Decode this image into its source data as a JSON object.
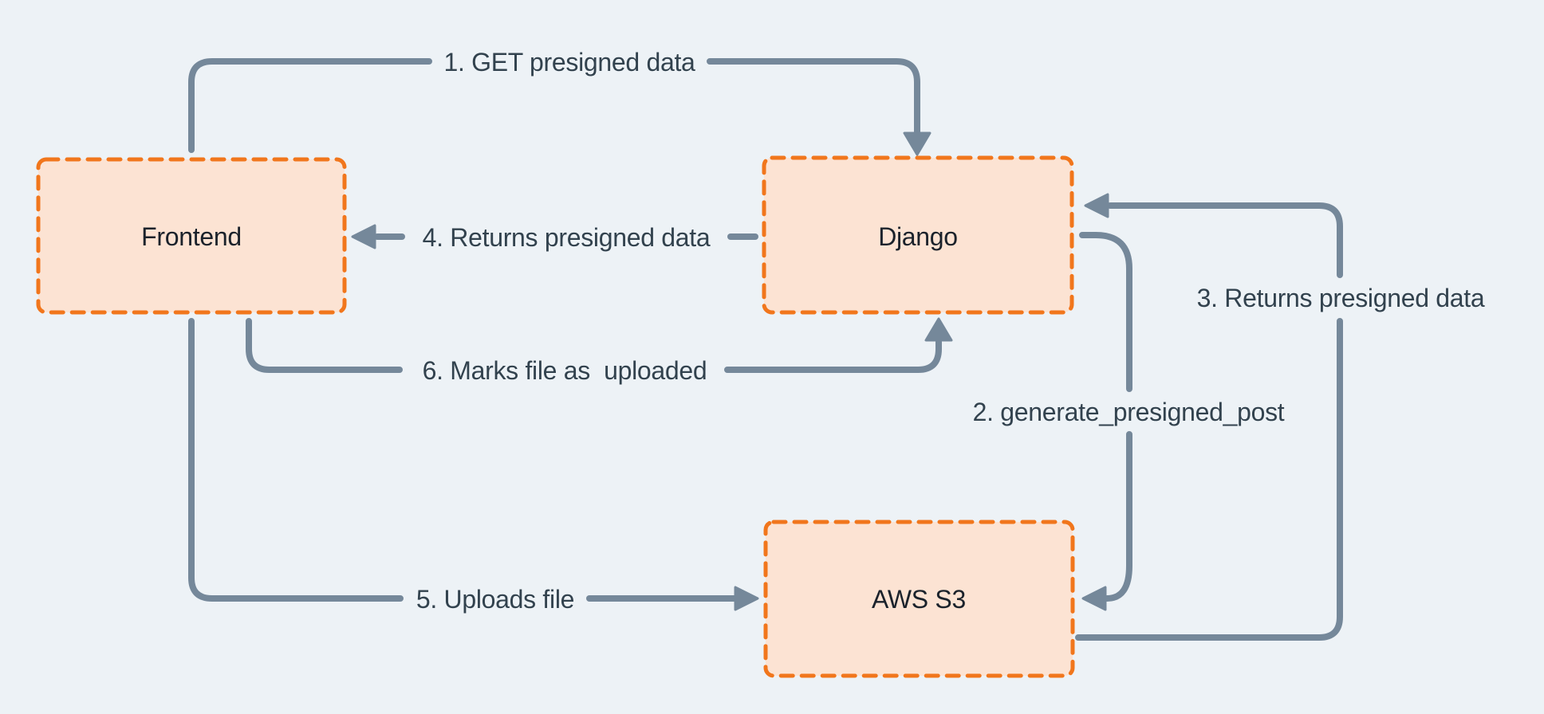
{
  "colors": {
    "background": "#edf2f6",
    "node_fill": "#fce3d3",
    "node_border": "#f1761c",
    "arrow": "#75889a",
    "label_text": "#32424e",
    "node_text": "#1b222b"
  },
  "nodes": {
    "frontend": {
      "label": "Frontend"
    },
    "django": {
      "label": "Django"
    },
    "aws_s3": {
      "label": "AWS S3"
    }
  },
  "arrows": {
    "step1": {
      "label": "1. GET presigned data",
      "from": "frontend",
      "to": "django"
    },
    "step2": {
      "label": "2. generate_presigned_post",
      "from": "django",
      "to": "aws_s3"
    },
    "step3": {
      "label": "3. Returns presigned data",
      "from": "aws_s3",
      "to": "django"
    },
    "step4": {
      "label": "4. Returns presigned data",
      "from": "django",
      "to": "frontend"
    },
    "step5": {
      "label": "5. Uploads file",
      "from": "frontend",
      "to": "aws_s3"
    },
    "step6": {
      "label": "6. Marks file as  uploaded",
      "from": "frontend",
      "to": "django"
    }
  }
}
